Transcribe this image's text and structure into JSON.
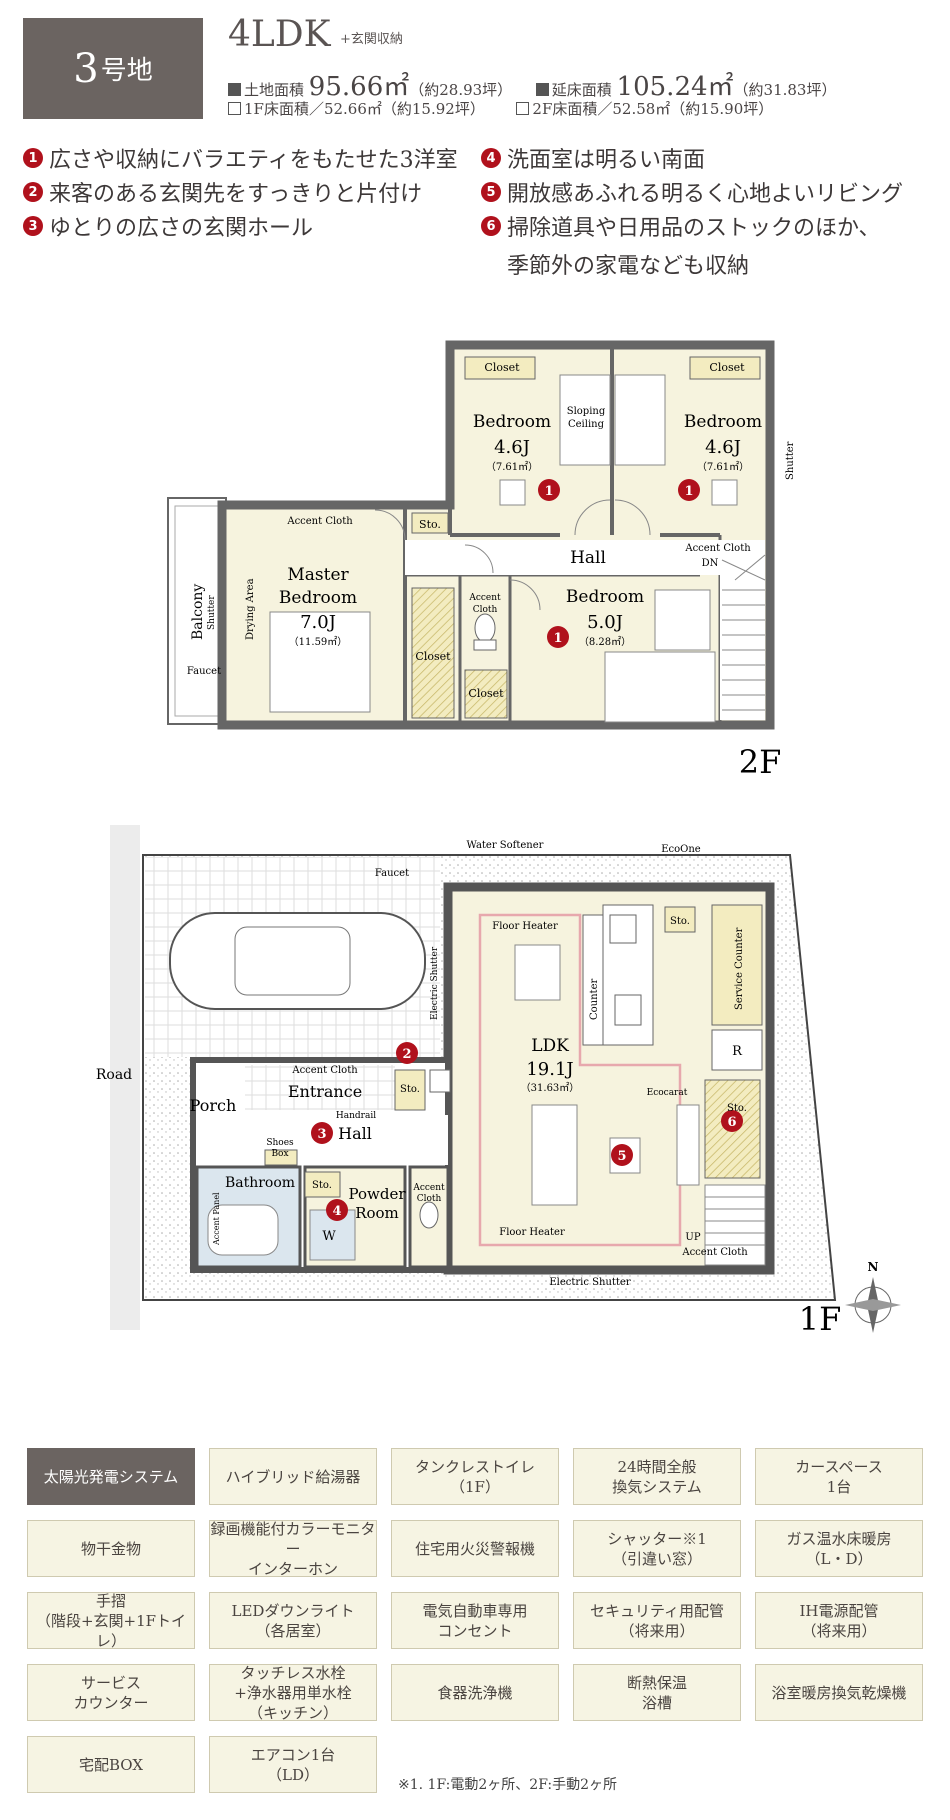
{
  "header": {
    "lot_number": "3",
    "lot_suffix": "号地",
    "plan_type": "4LDK",
    "plan_extra": "+玄関収納",
    "site_area_label": "土地面積",
    "site_area_value": "95.66㎡",
    "site_area_tsubo": "（約28.93坪）",
    "floor_area_label": "延床面積",
    "floor_area_value": "105.24㎡",
    "floor_area_tsubo": "（約31.83坪）",
    "f1_area": "1F床面積／52.66㎡（約15.92坪）",
    "f2_area": "2F床面積／52.58㎡（約15.90坪）"
  },
  "features": [
    {
      "num": "1",
      "text": "広さや収納にバラエティをもたせた3洋室"
    },
    {
      "num": "2",
      "text": "来客のある玄関先をすっきりと片付け"
    },
    {
      "num": "3",
      "text": "ゆとりの広さの玄関ホール"
    },
    {
      "num": "4",
      "text": "洗面室は明るい南面"
    },
    {
      "num": "5",
      "text": "開放感あふれる明るく心地よいリビング"
    },
    {
      "num": "6",
      "text": "掃除道具や日用品のストックのほか、"
    },
    {
      "num": "",
      "text": "季節外の家電なども収納"
    }
  ],
  "plan2f": {
    "floor": "2F",
    "closet": "Closet",
    "bedroom": "Bedroom",
    "bed_a_size": "4.6J",
    "bed_a_area": "（7.61㎡）",
    "bed_b_size": "4.6J",
    "bed_b_area": "（7.61㎡）",
    "sloping1": "Sloping",
    "sloping2": "Ceiling",
    "shutter": "Shutter",
    "accent_cloth": "Accent Cloth",
    "sto": "Sto.",
    "hall": "Hall",
    "dn": "DN",
    "master1": "Master",
    "master2": "Bedroom",
    "master_size": "7.0J",
    "master_area": "（11.59㎡）",
    "drying_area": "Drying Area",
    "balcony": "Balcony",
    "faucet": "Faucet",
    "accent": "Accent",
    "cloth": "Cloth",
    "bed_c": "Bedroom",
    "bed_c_size": "5.0J",
    "bed_c_area": "（8.28㎡）"
  },
  "plan1f": {
    "floor": "1F",
    "water_softener": "Water Softener",
    "ecoone": "EcoOne",
    "faucet": "Faucet",
    "electric_shutter": "Electric Shutter",
    "floor_heater": "Floor Heater",
    "sto": "Sto.",
    "counter": "Counter",
    "service_counter": "Service Counter",
    "r": "R",
    "ldk": "LDK",
    "ldk_size": "19.1J",
    "ldk_area": "（31.63㎡）",
    "ecocarat": "Ecocarat",
    "road": "Road",
    "accent_cloth": "Accent Cloth",
    "entrance": "Entrance",
    "handrail": "Handrail",
    "porch": "Porch",
    "hall": "Hall",
    "shoes1": "Shoes",
    "shoes2": "Box",
    "bathroom": "Bathroom",
    "accent_panel": "Accent Panel",
    "powder1": "Powder",
    "powder2": "Room",
    "accent": "Accent",
    "cloth": "Cloth",
    "w": "W",
    "up": "UP",
    "north": "N"
  },
  "equipment": [
    {
      "label": "太陽光発電システム",
      "highlight": true
    },
    {
      "label": "ハイブリッド給湯器"
    },
    {
      "label": "タンクレストイレ\n（1F）"
    },
    {
      "label": "24時間全般\n換気システム"
    },
    {
      "label": "カースペース\n1台"
    },
    {
      "label": "物干金物"
    },
    {
      "label": "録画機能付カラーモニター\nインターホン"
    },
    {
      "label": "住宅用火災警報機"
    },
    {
      "label": "シャッター※1\n（引違い窓）"
    },
    {
      "label": "ガス温水床暖房\n（L・D）"
    },
    {
      "label": "手摺\n（階段+玄関+1Fトイレ）"
    },
    {
      "label": "LEDダウンライト\n（各居室）"
    },
    {
      "label": "電気自動車専用\nコンセント"
    },
    {
      "label": "セキュリティ用配管\n（将来用）"
    },
    {
      "label": "IH電源配管\n（将来用）"
    },
    {
      "label": "サービス\nカウンター"
    },
    {
      "label": "タッチレス水栓\n+浄水器用単水栓\n（キッチン）"
    },
    {
      "label": "食器洗浄機"
    },
    {
      "label": "断熱保温\n浴槽"
    },
    {
      "label": "浴室暖房換気乾燥機"
    },
    {
      "label": "宅配BOX"
    },
    {
      "label": "エアコン1台\n（LD）"
    }
  ],
  "footnote": "※1. 1F:電動2ヶ所、2F:手動2ヶ所",
  "colors": {
    "badge": "#6b6461",
    "accent_red": "#b0111c",
    "room_fill": "#f6f3de",
    "cell_fill": "#f6f4e3"
  }
}
